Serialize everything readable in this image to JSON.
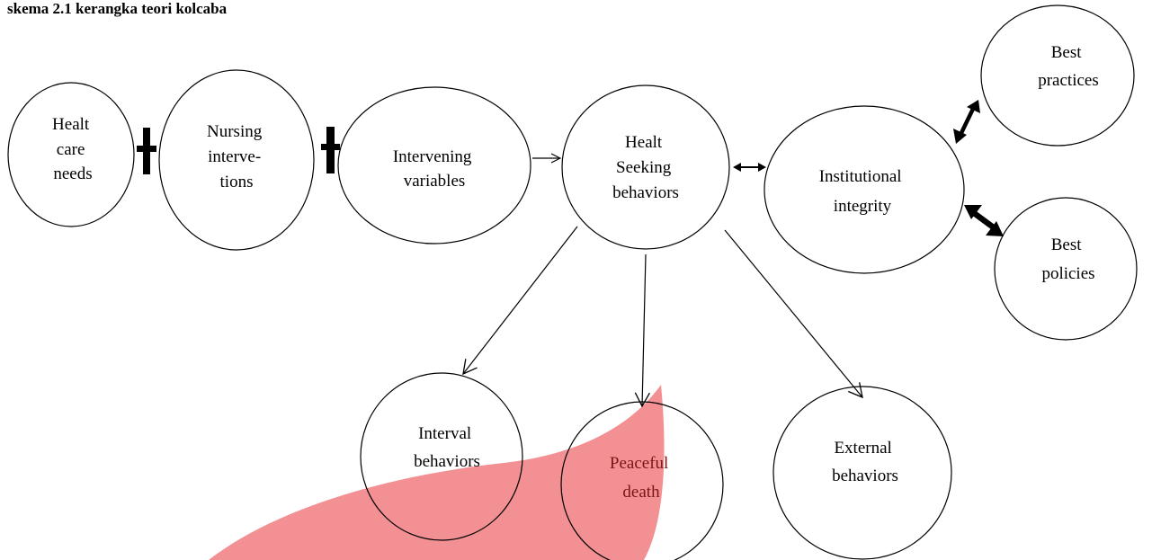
{
  "title": "skema 2.1 kerangka teori kolcaba",
  "nodes": {
    "health_care_needs": [
      "Healt",
      "care",
      "needs"
    ],
    "nursing_interventions": [
      "Nursing",
      "interve-",
      "tions"
    ],
    "intervening_variables": [
      "Intervening",
      "variables"
    ],
    "health_seeking_behaviors": [
      "Healt",
      "Seeking",
      "behaviors"
    ],
    "institutional_integrity": [
      "Institutional",
      "integrity"
    ],
    "best_practices": [
      "Best",
      "practices"
    ],
    "best_policies": [
      "Best",
      "policies"
    ],
    "interval_behaviors": [
      "Interval",
      "behaviors"
    ],
    "peaceful_death": [
      "Peaceful",
      "death"
    ],
    "external_behaviors": [
      "External",
      "behaviors"
    ]
  },
  "colors": {
    "stroke": "#000000",
    "watermark": "#ee6b6f"
  }
}
